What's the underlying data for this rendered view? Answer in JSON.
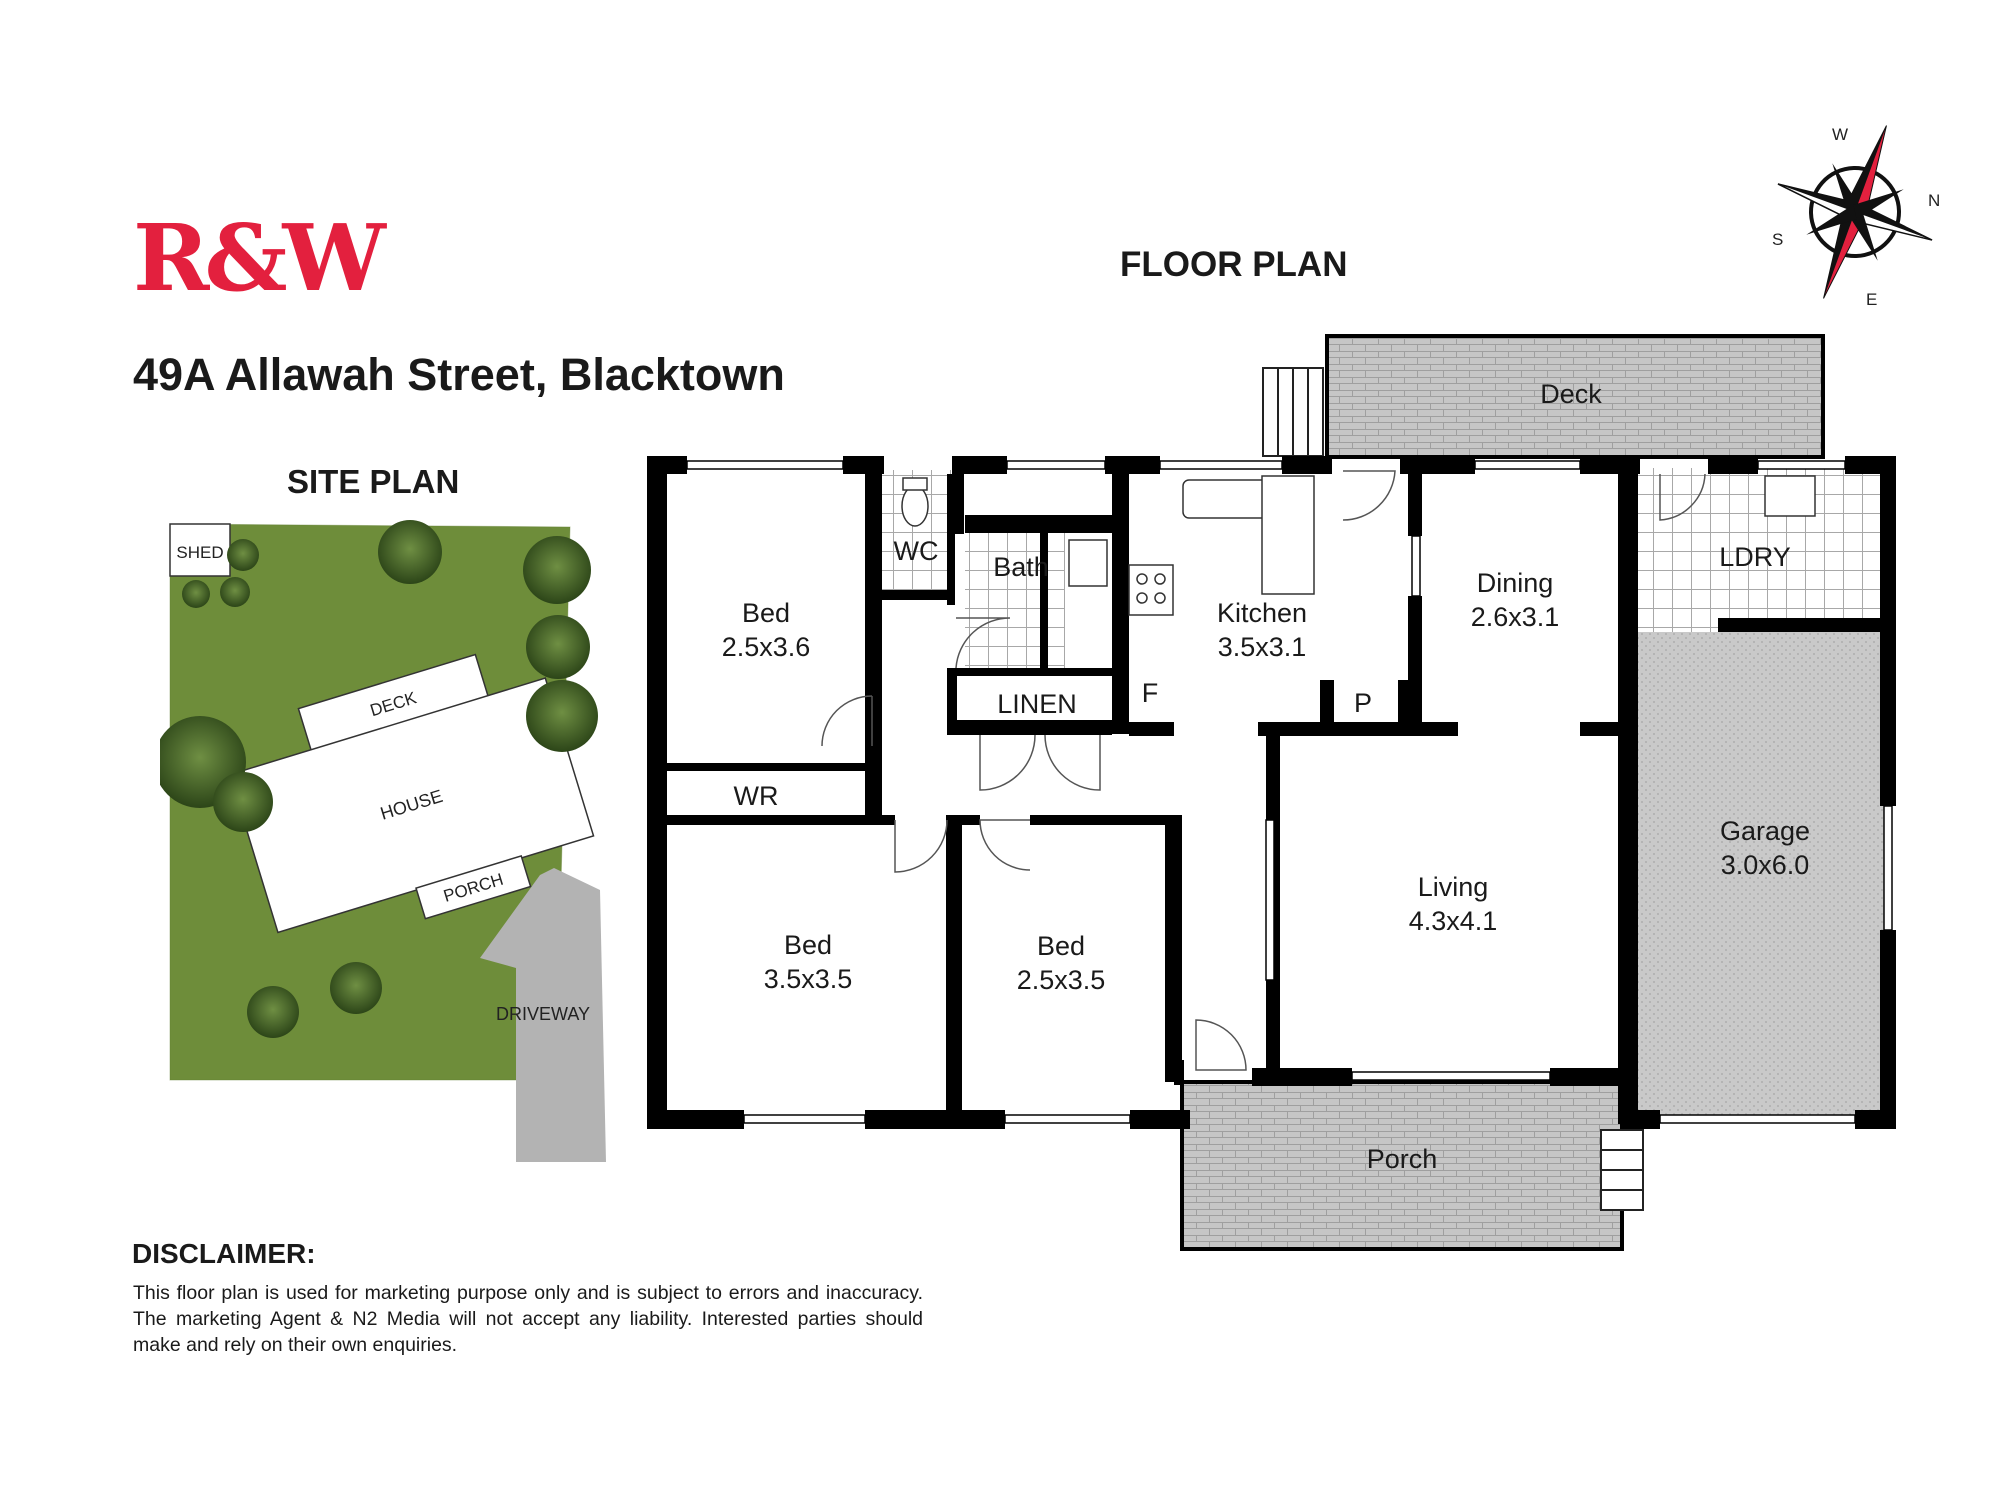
{
  "brand": {
    "logo_text": "R&W",
    "logo_color": "#e3203e"
  },
  "property": {
    "address": "49A Allawah Street, Blacktown"
  },
  "floor_plan": {
    "title": "FLOOR PLAN",
    "rooms": [
      {
        "name": "Bed",
        "size": "2.5x3.6"
      },
      {
        "name": "WC",
        "size": ""
      },
      {
        "name": "Bath",
        "size": ""
      },
      {
        "name": "LINEN",
        "size": ""
      },
      {
        "name": "Kitchen",
        "size": "3.5x3.1"
      },
      {
        "name": "Dining",
        "size": "2.6x3.1"
      },
      {
        "name": "LDRY",
        "size": ""
      },
      {
        "name": "Deck",
        "size": ""
      },
      {
        "name": "WR",
        "size": ""
      },
      {
        "name": "F",
        "size": ""
      },
      {
        "name": "P",
        "size": ""
      },
      {
        "name": "Garage",
        "size": "3.0x6.0"
      },
      {
        "name": "Living",
        "size": "4.3x4.1"
      },
      {
        "name": "Bed",
        "size": "3.5x3.5"
      },
      {
        "name": "Bed",
        "size": "2.5x3.5"
      },
      {
        "name": "Porch",
        "size": ""
      }
    ]
  },
  "site_plan": {
    "title": "SITE PLAN",
    "labels": {
      "shed": "SHED",
      "deck": "DECK",
      "house": "HOUSE",
      "porch": "PORCH",
      "driveway": "DRIVEWAY"
    }
  },
  "compass": {
    "w": "W",
    "n": "N",
    "s": "S",
    "e": "E"
  },
  "disclaimer": {
    "title": "DISCLAIMER:",
    "text": "This floor plan is used for marketing purpose only and is subject to errors and inaccuracy. The marketing Agent & N2 Media will not accept any liability. Interested parties should make and rely on their own enquiries."
  },
  "colors": {
    "wall": "#000000",
    "lawn": "#6e8d3a",
    "paving": "#bdbdbd",
    "driveway": "#b3b3b3"
  }
}
